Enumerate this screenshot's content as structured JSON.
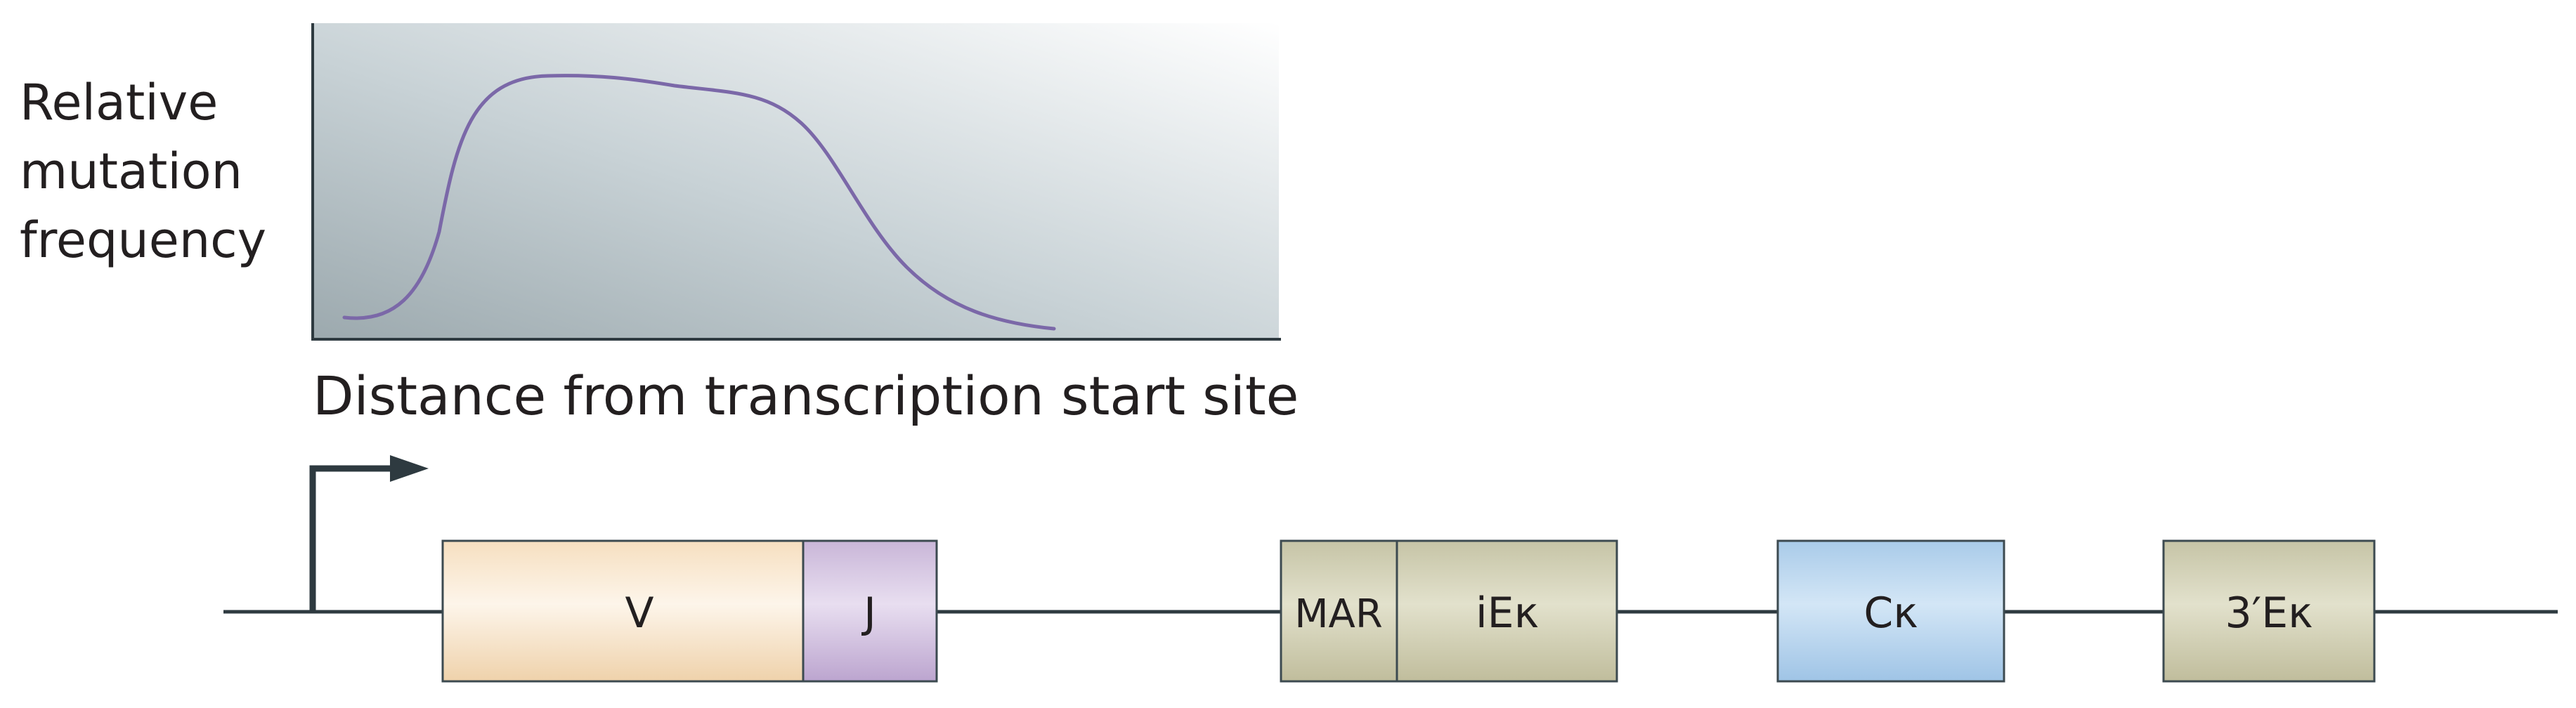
{
  "plot": {
    "y_label_lines": [
      "Relative",
      "mutation",
      "frequency"
    ],
    "x_label": "Distance from transcription start site",
    "curve_color": "#7b68a8"
  },
  "gene_segments": [
    {
      "id": "v",
      "label": "V",
      "color_top": "#f6dfc0",
      "color_mid": "#fdf5ea",
      "color_bottom": "#efd2ab"
    },
    {
      "id": "j",
      "label": "J",
      "color_top": "#c9b6d8",
      "color_mid": "#e8def0",
      "color_bottom": "#bca5cf"
    },
    {
      "id": "mar",
      "label": "MAR",
      "color_top": "#c6c4a6",
      "color_mid": "#e2e1cc",
      "color_bottom": "#c0bd9c"
    },
    {
      "id": "iek",
      "label": "iEκ",
      "color_top": "#c6c4a6",
      "color_mid": "#e2e1cc",
      "color_bottom": "#c0bd9c"
    },
    {
      "id": "ck",
      "label": "Cκ",
      "color_top": "#a9cbe9",
      "color_mid": "#d3e6f6",
      "color_bottom": "#9fc4e6"
    },
    {
      "id": "3ek",
      "label": "3′Eκ",
      "color_top": "#c6c4a6",
      "color_mid": "#e2e1cc",
      "color_bottom": "#c0bd9c"
    }
  ],
  "colors": {
    "line": "#2e3a40",
    "box_stroke": "#3c4a50",
    "plot_bg_dark": "#9ca9ae",
    "plot_bg_light": "#ffffff"
  },
  "icons": {
    "promoter": "promoter-arrow-icon"
  }
}
